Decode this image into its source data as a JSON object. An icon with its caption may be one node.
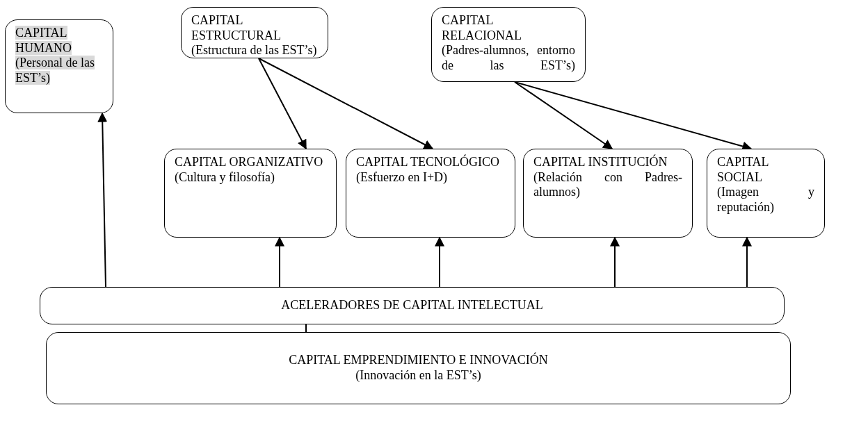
{
  "diagram": {
    "nodes": [
      {
        "text": [
          "CAPITAL HUMANO",
          "(Personal de las EST’s)"
        ]
      },
      {
        "text": [
          "CAPITAL ESTRUCTURAL",
          "(Estructura de las EST’s)"
        ]
      },
      {
        "text": [
          "CAPITAL RELACIONAL",
          "(Padres-alumnos, entorno de las EST’s)"
        ]
      },
      {
        "text": [
          "CAPITAL ORGANIZATIVO",
          "(Cultura y filosofía)"
        ]
      },
      {
        "text": [
          "CAPITAL TECNOLÓGICO",
          "(Esfuerzo en I+D)"
        ]
      },
      {
        "text": [
          "CAPITAL INSTITUCIÓN",
          "(Relación con Padres-alumnos)"
        ]
      },
      {
        "text": [
          "CAPITAL SOCIAL",
          "(Imagen y reputación)"
        ]
      },
      {
        "text": [
          "ACELERADORES DE CAPITAL INTELECTUAL"
        ]
      },
      {
        "text": [
          "CAPITAL EMPRENDIMIENTO E INNOVACIÓN",
          "(Innovación en la EST’s)"
        ]
      }
    ],
    "edges": [
      {
        "from": 1,
        "to": 3,
        "arrow": "to"
      },
      {
        "from": 1,
        "to": 4,
        "arrow": "to"
      },
      {
        "from": 2,
        "to": 5,
        "arrow": "to"
      },
      {
        "from": 2,
        "to": 6,
        "arrow": "to"
      },
      {
        "from": 7,
        "to": 0,
        "arrow": "to"
      },
      {
        "from": 7,
        "to": 3,
        "arrow": "to"
      },
      {
        "from": 7,
        "to": 4,
        "arrow": "to"
      },
      {
        "from": 7,
        "to": 5,
        "arrow": "to"
      },
      {
        "from": 7,
        "to": 6,
        "arrow": "to"
      },
      {
        "from": 8,
        "to": 7,
        "arrow": "none"
      }
    ]
  }
}
